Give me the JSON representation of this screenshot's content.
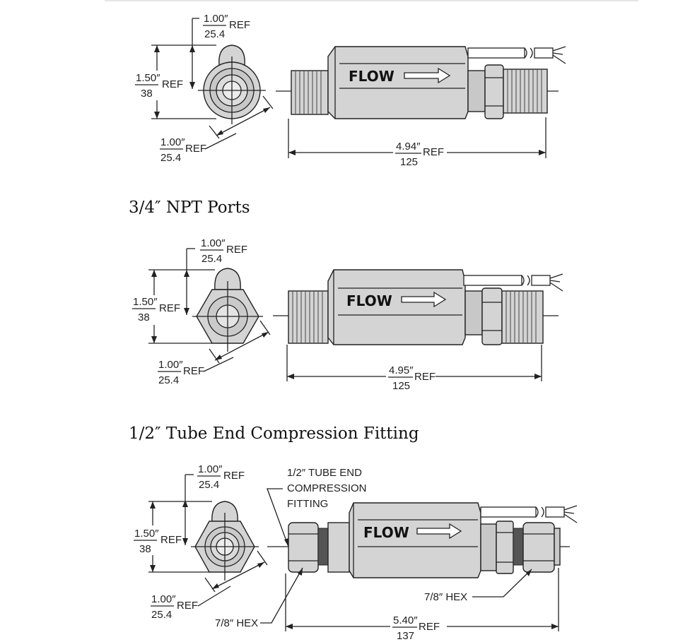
{
  "section_headings": {
    "npt_3_4": "3/4″ NPT Ports",
    "tube_end": "1/2″ Tube End Compression Fitting"
  },
  "flow_label": "FLOW",
  "ref_label": "REF",
  "views": [
    {
      "top_dim": {
        "in": "1.00″",
        "mm": "25.4"
      },
      "height_dim": {
        "in": "1.50″",
        "mm": "38"
      },
      "diag_dim": {
        "in": "1.00″",
        "mm": "25.4"
      },
      "length_dim": {
        "in": "4.94″",
        "mm": "125"
      }
    },
    {
      "top_dim": {
        "in": "1.00″",
        "mm": "25.4"
      },
      "height_dim": {
        "in": "1.50″",
        "mm": "38"
      },
      "diag_dim": {
        "in": "1.00″",
        "mm": "25.4"
      },
      "length_dim": {
        "in": "4.95″",
        "mm": "125"
      }
    },
    {
      "top_dim": {
        "in": "1.00″",
        "mm": "25.4"
      },
      "height_dim": {
        "in": "1.50″",
        "mm": "38"
      },
      "diag_dim": {
        "in": "1.00″",
        "mm": "25.4"
      },
      "length_dim": {
        "in": "5.40″",
        "mm": "137"
      }
    }
  ],
  "fitting_callout": [
    "1/2″ TUBE END",
    "COMPRESSION",
    "FITTING"
  ],
  "hex_callout_left": "7/8″ HEX",
  "hex_callout_right": "7/8″ HEX"
}
